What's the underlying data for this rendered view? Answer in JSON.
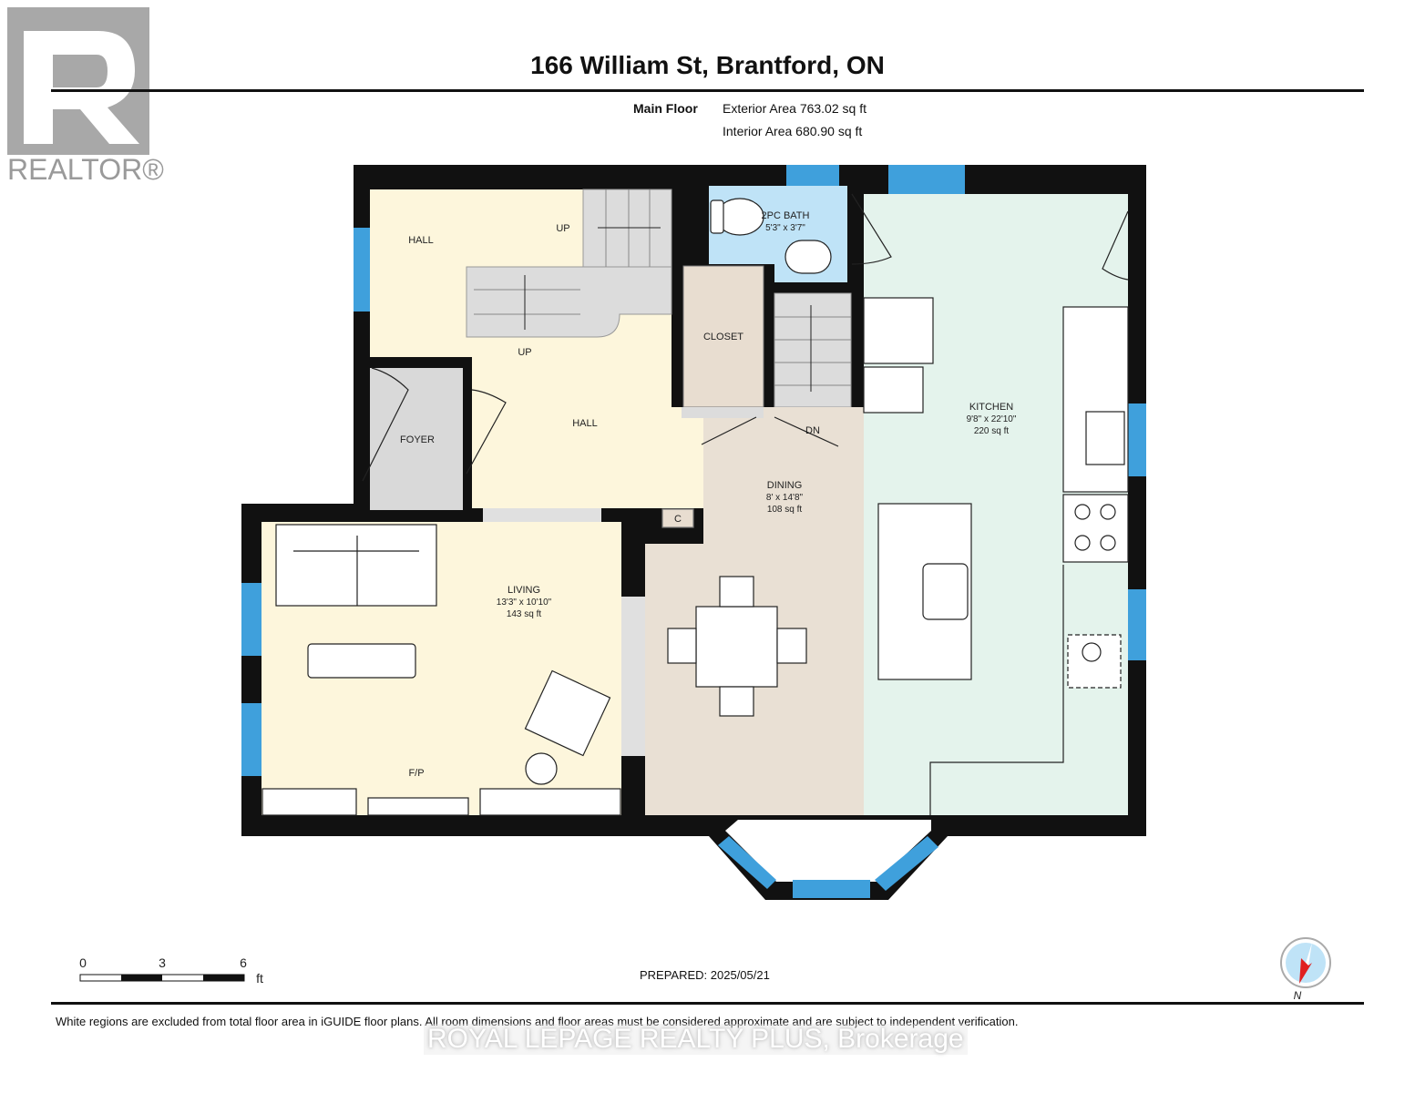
{
  "header": {
    "title": "166 William St, Brantford, ON",
    "floor_label": "Main Floor",
    "exterior_area": "Exterior Area 763.02 sq ft",
    "interior_area": "Interior Area 680.90 sq ft"
  },
  "logo": {
    "text": "REALTOR®"
  },
  "rooms": {
    "hall_upper": "HALL",
    "up1": "UP",
    "up2": "UP",
    "hall_lower": "HALL",
    "foyer": "FOYER",
    "closet": "CLOSET",
    "bath_name": "2PC BATH",
    "bath_dims": "5'3\" x 3'7\"",
    "dn": "DN",
    "kitchen_name": "KITCHEN",
    "kitchen_dims": "9'8\" x 22'10\"",
    "kitchen_area": "220 sq ft",
    "dining_name": "DINING",
    "dining_dims": "8' x 14'8\"",
    "dining_area": "108 sq ft",
    "living_name": "LIVING",
    "living_dims": "13'3\" x 10'10\"",
    "living_area": "143 sq ft",
    "fp": "F/P",
    "c": "C"
  },
  "scale": {
    "t0": "0",
    "t3": "3",
    "t6": "6",
    "unit": "ft"
  },
  "prepared": "PREPARED: 2025/05/21",
  "compass": {
    "label": "N"
  },
  "footer": {
    "note": "White regions are excluded from total floor area in iGUIDE floor plans. All room dimensions and floor areas must be considered approximate and are subject to independent verification.",
    "watermark": "ROYAL LEPAGE REALTY PLUS, Brokerage"
  },
  "colors": {
    "wall": "#111111",
    "window": "#3fa0dc",
    "hall": "#fdf6dc",
    "kitchen": "#e4f3ec",
    "dining": "#e9e0d4",
    "bath": "#bfe3f7",
    "stair": "#dcdcdc"
  }
}
